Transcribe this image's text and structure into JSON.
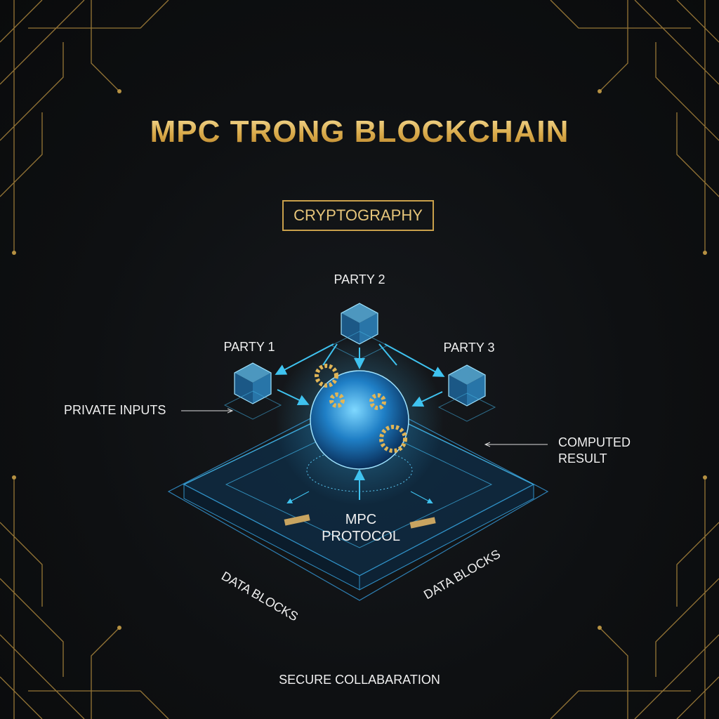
{
  "title": "MPC TRONG BLOCKCHAIN",
  "badge": "CRYPTOGRAPHY",
  "parties": [
    "PARTY 1",
    "PARTY 2",
    "PARTY 3"
  ],
  "labels": {
    "private_inputs": "PRIVATE INPUTS",
    "computed_result_line1": "COMPUTED",
    "computed_result_line2": "RESULT",
    "protocol_line1": "MPC",
    "protocol_line2": "PROTOCOL",
    "data_blocks_left": "DATA BLOCKS",
    "data_blocks_right": "DATA BLOCKS"
  },
  "footer": "SECURE COLLABARATION",
  "colors": {
    "gold": "#d4a84b",
    "cyan": "#3fc3f0",
    "background": "#0c0d0f"
  }
}
